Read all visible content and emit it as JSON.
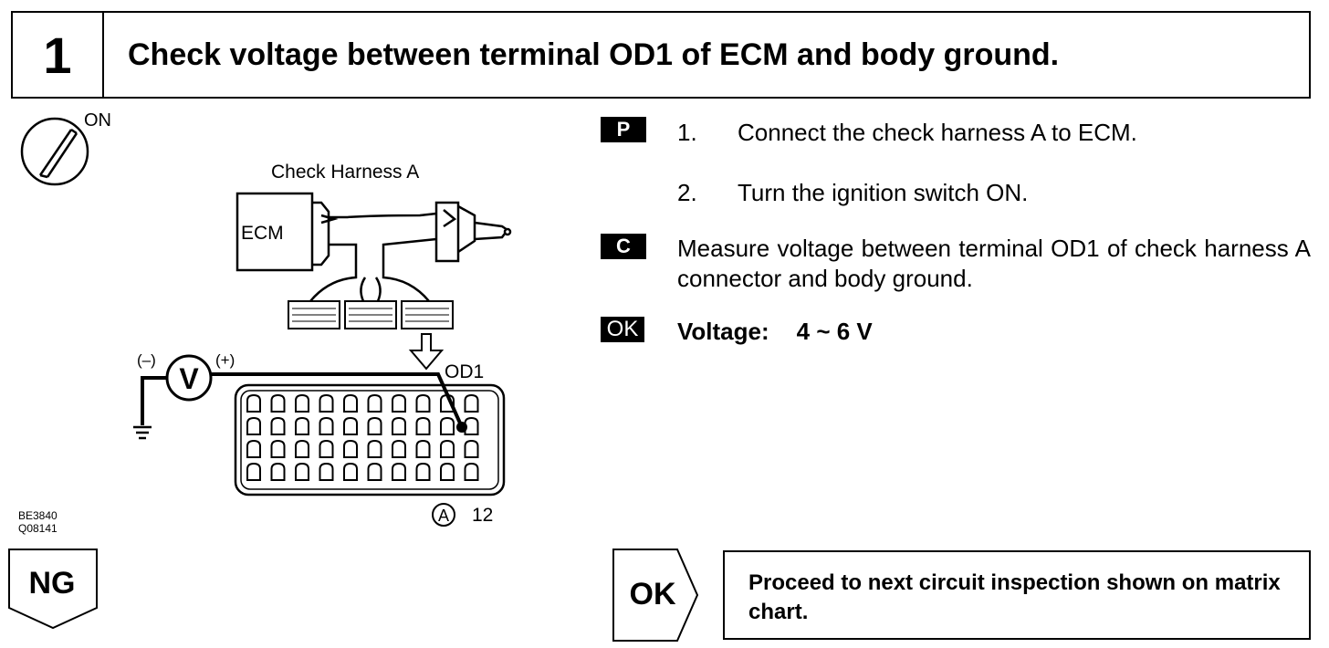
{
  "header": {
    "step_number": "1",
    "title": "Check voltage between terminal OD1 of ECM and body ground."
  },
  "diagram": {
    "ignition_state": "ON",
    "harness_label": "Check Harness A",
    "ecm_label": "ECM",
    "meter_symbol": "V",
    "minus_label": "(–)",
    "plus_label": "(+)",
    "terminal_label": "OD1",
    "connector_letter": "A",
    "connector_number": "12",
    "figure_ids": [
      "BE3840",
      "Q08141"
    ]
  },
  "instructions": {
    "prep_tag": "P",
    "check_tag": "C",
    "ok_tag": "OK",
    "steps": [
      {
        "num": "1.",
        "text": "Connect the check harness A to ECM."
      },
      {
        "num": "2.",
        "text": "Turn the ignition switch ON."
      }
    ],
    "check_text": "Measure voltage between terminal OD1 of check harness A connector and body ground.",
    "voltage_label": "Voltage:",
    "voltage_value": "4 ~ 6 V"
  },
  "results": {
    "ng_label": "NG",
    "ok_label": "OK",
    "ok_action": "Proceed to next circuit inspection shown on matrix chart."
  }
}
